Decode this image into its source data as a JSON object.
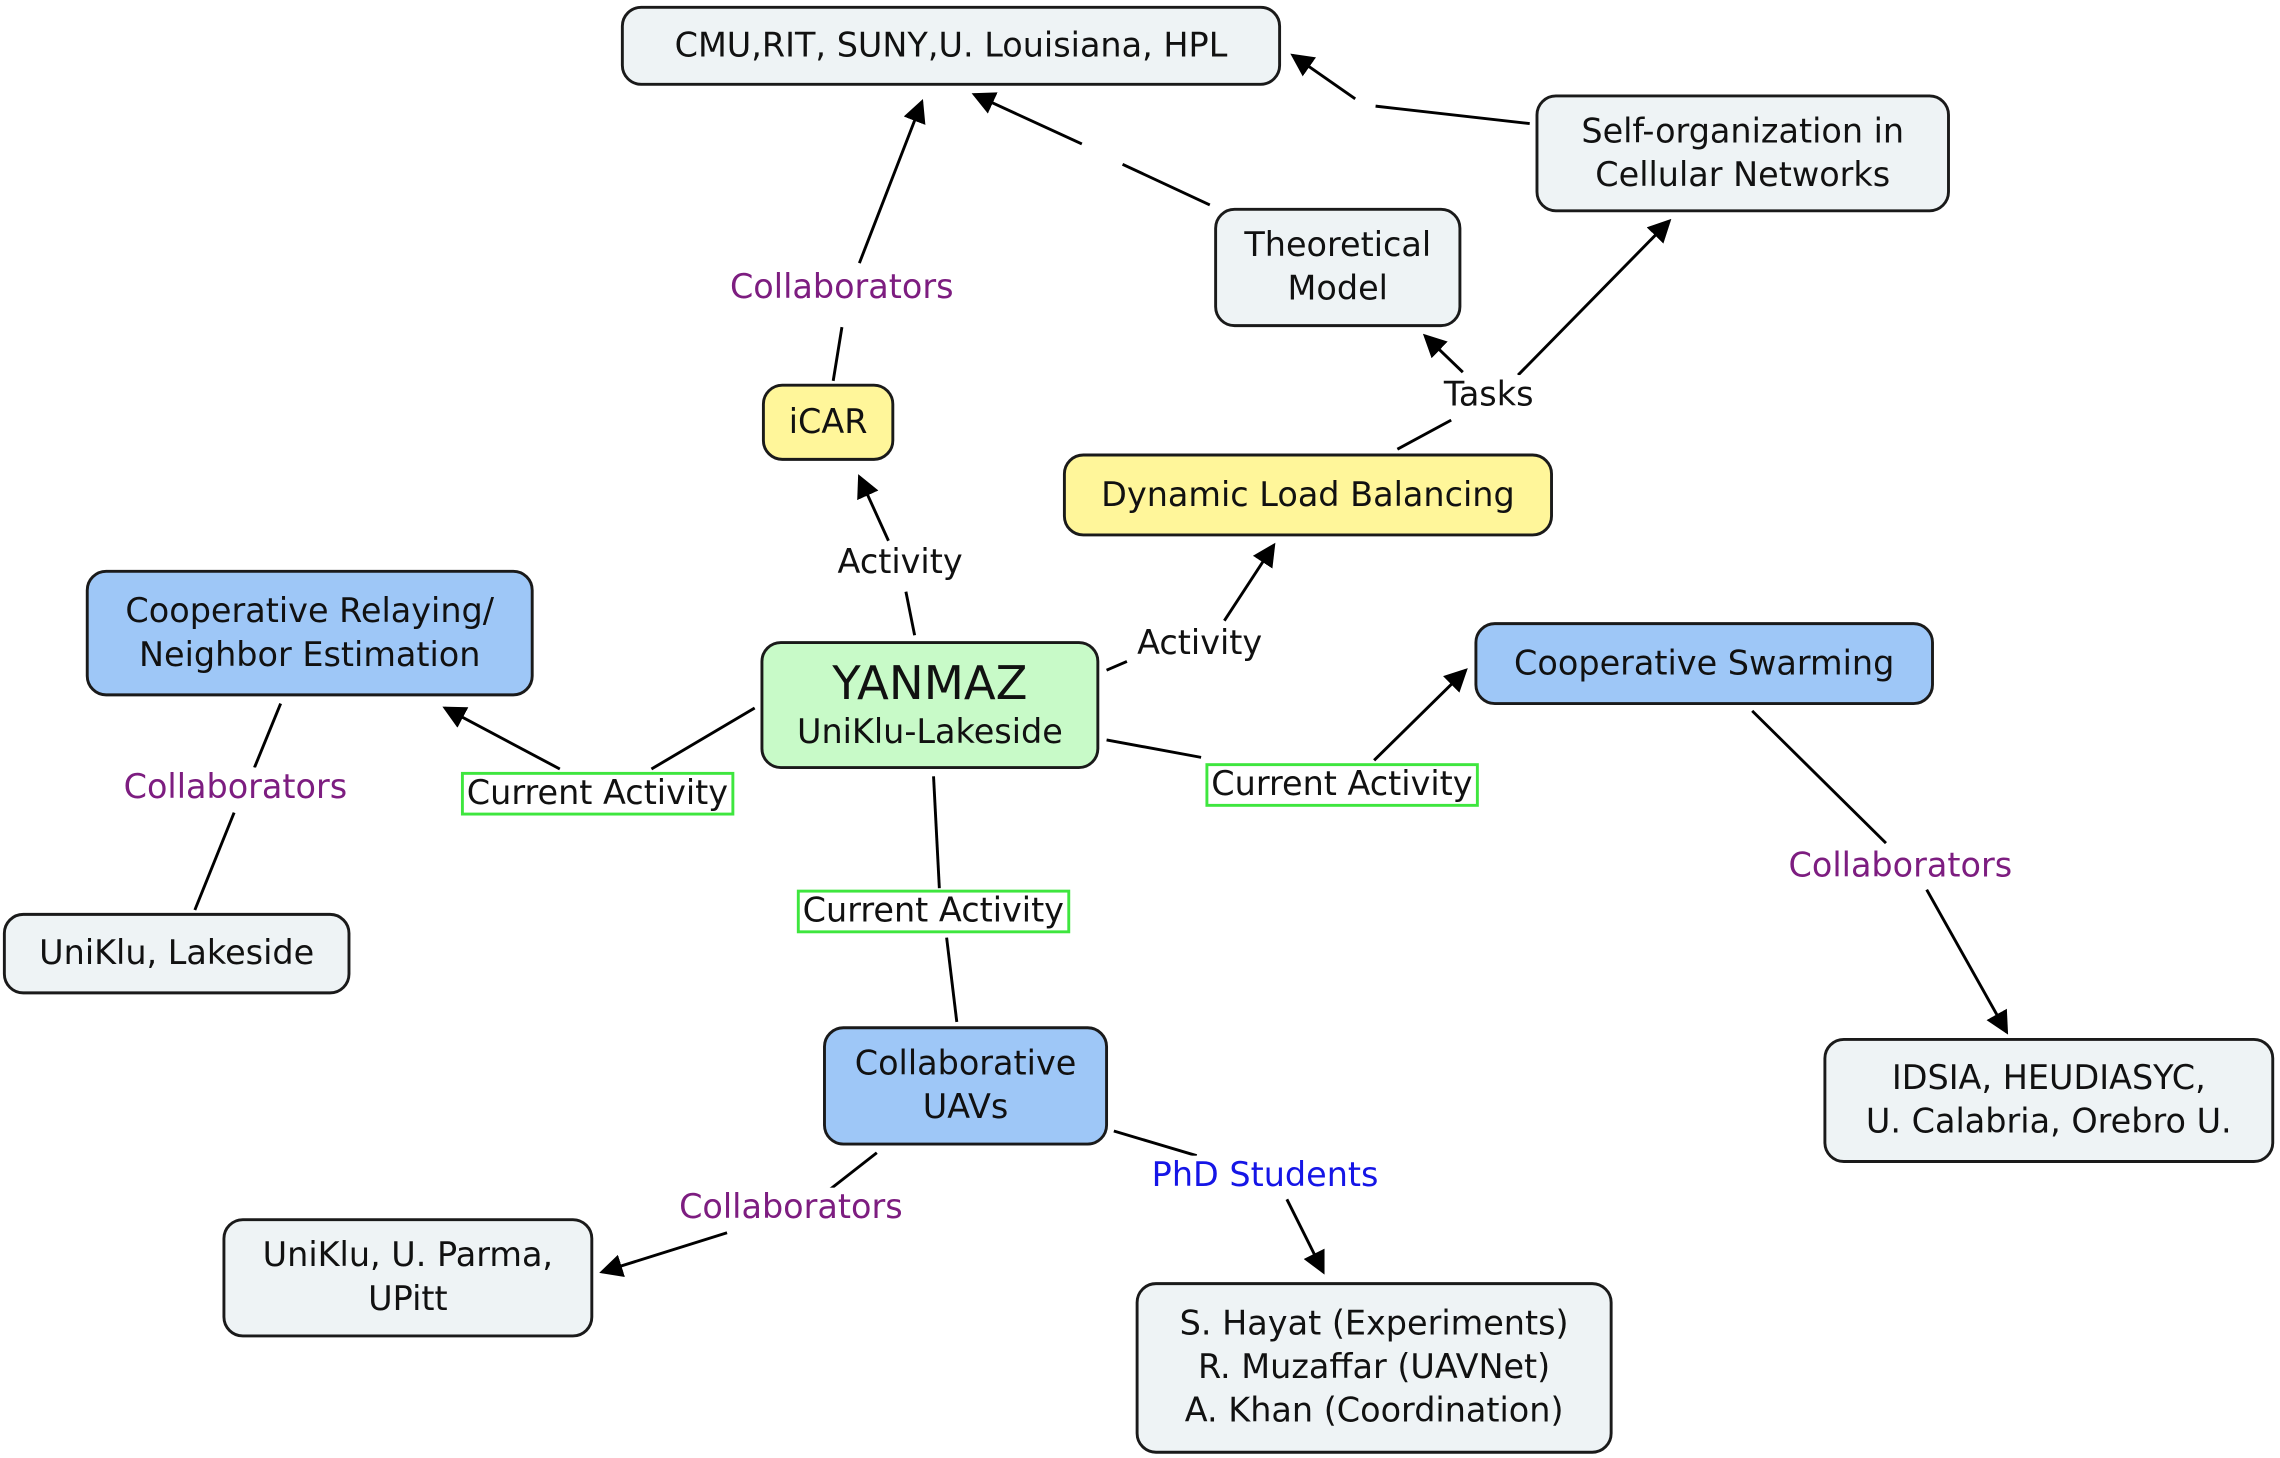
{
  "nodes": {
    "center": {
      "title": "YANMAZ",
      "subtitle": "UniKlu-Lakeside"
    },
    "icar": "iCAR",
    "dlb": "Dynamic Load Balancing",
    "partners": "CMU,RIT, SUNY,U. Louisiana, HPL",
    "selforg": [
      "Self-organization in",
      "Cellular Networks"
    ],
    "theoretical": [
      "Theoretical",
      "Model"
    ],
    "relaying": [
      "Cooperative Relaying/",
      "Neighbor Estimation"
    ],
    "uniklu_lakeside": "UniKlu, Lakeside",
    "swarming": "Cooperative Swarming",
    "idsia": [
      "IDSIA, HEUDIASYC,",
      "U. Calabria, Orebro U."
    ],
    "uavs": [
      "Collaborative",
      "UAVs"
    ],
    "parma": [
      "UniKlu, U. Parma,",
      "UPitt"
    ],
    "phd": [
      "S. Hayat (Experiments)",
      "R. Muzaffar (UAVNet)",
      "A. Khan (Coordination)"
    ]
  },
  "links": {
    "activity_icar": "Activity",
    "activity_dlb": "Activity",
    "collab_icar": "Collaborators",
    "tasks": "Tasks",
    "current_relaying": "Current Activity",
    "current_swarming": "Current Activity",
    "current_uavs": "Current Activity",
    "collab_relaying": "Collaborators",
    "collab_swarming": "Collaborators",
    "collab_uavs": "Collaborators",
    "phd_students": "PhD Students"
  },
  "colors": {
    "gray_fill": "#eef3f5",
    "yellow_fill": "#fff69a",
    "blue_fill": "#9ec7f7",
    "green_fill": "#c8fac8",
    "collaborators_text": "#7d1d80",
    "phd_text": "#1515e6",
    "current_activity_border": "#3ee63e"
  }
}
